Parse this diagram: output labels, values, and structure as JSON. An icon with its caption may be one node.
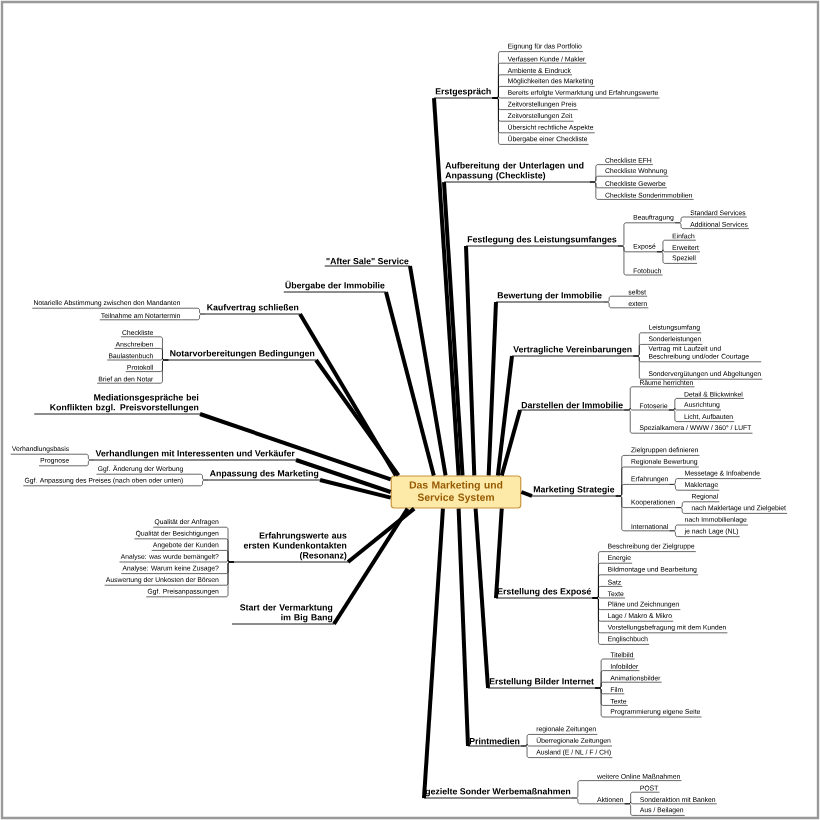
{
  "diagram": {
    "nodes": [
      {
        "text": [
          "Das Marketing und Service System"
        ]
      },
      {
        "text": [
          "Erstgespräch"
        ]
      },
      {
        "text": [
          "Eignung für das Portfolio"
        ]
      },
      {
        "text": [
          "Verfassen Kunde / Makler"
        ]
      },
      {
        "text": [
          "Ambiente & Eindruck"
        ]
      },
      {
        "text": [
          "Möglichkeiten des Marketing"
        ]
      },
      {
        "text": [
          "Bereits erfolgte Vermarktung und Erfahrungswerte"
        ]
      },
      {
        "text": [
          "Zeitvorstellungen Preis"
        ]
      },
      {
        "text": [
          "Zeitvorstellungen Zeit"
        ]
      },
      {
        "text": [
          "Übersicht rechtliche Aspekte"
        ]
      },
      {
        "text": [
          "Übergabe einer Checkliste"
        ]
      },
      {
        "text": [
          "Aufbereitung der Unterlagen und Anpassung (Checkliste)"
        ]
      },
      {
        "text": [
          "Checkliste EFH"
        ]
      },
      {
        "text": [
          "Checkliste Wohnung"
        ]
      },
      {
        "text": [
          "Checkliste Gewerbe"
        ]
      },
      {
        "text": [
          "Checkliste Sonderimmobilien"
        ]
      },
      {
        "text": [
          "Festlegung des Leistungsumfanges"
        ]
      },
      {
        "text": [
          "Beauftragung"
        ]
      },
      {
        "text": [
          "Standard Services"
        ]
      },
      {
        "text": [
          "Additional Services"
        ]
      },
      {
        "text": [
          "Exposé"
        ]
      },
      {
        "text": [
          "Einfach"
        ]
      },
      {
        "text": [
          "Erweitert"
        ]
      },
      {
        "text": [
          "Speziell"
        ]
      },
      {
        "text": [
          "Fotobuch"
        ]
      },
      {
        "text": [
          "Bewertung der Immobilie"
        ]
      },
      {
        "text": [
          "selbst"
        ]
      },
      {
        "text": [
          "extern"
        ]
      },
      {
        "text": [
          "Vertragliche Vereinbarungen"
        ]
      },
      {
        "text": [
          "Leistungsumfang"
        ]
      },
      {
        "text": [
          "Sonderleistungen"
        ]
      },
      {
        "text": [
          "Vertrag mit Laufzeit und Beschreibung und/oder Courtage"
        ]
      },
      {
        "text": [
          "Sondervergütungen und Abgeltungen"
        ]
      },
      {
        "text": [
          "Darstellen der Immobilie"
        ]
      },
      {
        "text": [
          "Räume herrichten"
        ]
      },
      {
        "text": [
          "Fotoserie"
        ]
      },
      {
        "text": [
          "Detail & Blickwinkel"
        ]
      },
      {
        "text": [
          "Ausrichtung"
        ]
      },
      {
        "text": [
          "Licht, Aufbauten"
        ]
      },
      {
        "text": [
          "Spezialkamera / WWW / 360° / LUFT"
        ]
      },
      {
        "text": [
          "Marketing Strategie"
        ]
      },
      {
        "text": [
          "Zielgruppen definieren"
        ]
      },
      {
        "text": [
          "Regionale Bewerbung"
        ]
      },
      {
        "text": [
          "Erfahrungen"
        ]
      },
      {
        "text": [
          "Messetage & Infoabende"
        ]
      },
      {
        "text": [
          "Maklertage"
        ]
      },
      {
        "text": [
          "Kooperationen"
        ]
      },
      {
        "text": [
          "Regional"
        ]
      },
      {
        "text": [
          "nach Maklertage und Zielgebiet"
        ]
      },
      {
        "text": [
          "International"
        ]
      },
      {
        "text": [
          "nach Immobilienlage"
        ]
      },
      {
        "text": [
          "je nach Lage (NL)"
        ]
      },
      {
        "text": [
          "Erstellung des Exposé"
        ]
      },
      {
        "text": [
          "Beschreibung der Zielgruppe"
        ]
      },
      {
        "text": [
          "Energie"
        ]
      },
      {
        "text": [
          "Bildmontage und Bearbeitung"
        ]
      },
      {
        "text": [
          "Satz"
        ]
      },
      {
        "text": [
          "Texte"
        ]
      },
      {
        "text": [
          "Pläne und Zeichnungen"
        ]
      },
      {
        "text": [
          "Lage / Makro & Mikro"
        ]
      },
      {
        "text": [
          "Vorstellungsbefragung mit dem Kunden"
        ]
      },
      {
        "text": [
          "Englischbuch"
        ]
      },
      {
        "text": [
          "Erstellung Bilder Internet"
        ]
      },
      {
        "text": [
          "Titelbild"
        ]
      },
      {
        "text": [
          "Infobilder"
        ]
      },
      {
        "text": [
          "Animationsbilder"
        ]
      },
      {
        "text": [
          "Film"
        ]
      },
      {
        "text": [
          "Texte"
        ]
      },
      {
        "text": [
          "Programmierung eigene Seite"
        ]
      },
      {
        "text": [
          "Printmedien"
        ]
      },
      {
        "text": [
          "regionale Zeitungen"
        ]
      },
      {
        "text": [
          "Überregionale Zeitungen"
        ]
      },
      {
        "text": [
          "Ausland (E / NL / F / CH)"
        ]
      },
      {
        "text": [
          "gezielte Sonder Werbemaßnahmen"
        ]
      },
      {
        "text": [
          "weitere Online Maßnahmen"
        ]
      },
      {
        "text": [
          "Aktionen"
        ]
      },
      {
        "text": [
          "POST"
        ]
      },
      {
        "text": [
          "Sonderaktion mit Banken"
        ]
      },
      {
        "text": [
          "Aus / Beilagen"
        ]
      },
      {
        "text": [
          "Start der Vermarktung im Big Bang"
        ]
      },
      {
        "text": [
          "Erfahrungswerte aus ersten Kundenkontakten (Resonanz)"
        ]
      },
      {
        "text": [
          "Qualität der Anfragen"
        ]
      },
      {
        "text": [
          "Qualität der Besichtigungen"
        ]
      },
      {
        "text": [
          "Angebote der Kunden"
        ]
      },
      {
        "text": [
          "Analyse: was wurde bemängelt?"
        ]
      },
      {
        "text": [
          "Analyse: Warum keine Zusage?"
        ]
      },
      {
        "text": [
          "Auswertung der Unkosten der Börsen"
        ]
      },
      {
        "text": [
          "Ggf. Preisanpassungen"
        ]
      },
      {
        "text": [
          "Anpassung des Marketing"
        ]
      },
      {
        "text": [
          "Ggf. Änderung der Werbung"
        ]
      },
      {
        "text": [
          "Ggf. Anpassung des Preises (nach oben oder unten)"
        ]
      },
      {
        "text": [
          "Verhandlungen mit Interessenten und Verkäufer"
        ]
      },
      {
        "text": [
          "Verhandlungsbasis"
        ]
      },
      {
        "text": [
          "Prognose"
        ]
      },
      {
        "text": [
          "Mediationsgespräche bei Konflikten bzgl. Preisvorstellungen"
        ]
      },
      {
        "text": [
          "Notarvorbereitungen Bedingungen"
        ]
      },
      {
        "text": [
          "Checkliste"
        ]
      },
      {
        "text": [
          "Anschreiben"
        ]
      },
      {
        "text": [
          "Baulastenbuch"
        ]
      },
      {
        "text": [
          "Protokoll"
        ]
      },
      {
        "text": [
          "Brief an den Notar"
        ]
      },
      {
        "text": [
          "Kaufvertrag schließen"
        ]
      },
      {
        "text": [
          "Notarielle Abstimmung zwischen den Mandanten"
        ]
      },
      {
        "text": [
          "Teilnahme am Notartermin"
        ]
      },
      {
        "text": [
          "Übergabe der Immobilie"
        ]
      },
      {
        "text": [
          "\"After Sale\" Service"
        ]
      }
    ],
    "edges": [
      {
        "from": 0,
        "to": 1,
        "arrow": "none",
        "style": "thick"
      },
      {
        "from": 0,
        "to": 11,
        "arrow": "none",
        "style": "thick"
      },
      {
        "from": 0,
        "to": 16,
        "arrow": "none",
        "style": "thick"
      },
      {
        "from": 0,
        "to": 25,
        "arrow": "none",
        "style": "thick"
      },
      {
        "from": 0,
        "to": 28,
        "arrow": "none",
        "style": "thick"
      },
      {
        "from": 0,
        "to": 33,
        "arrow": "none",
        "style": "thick"
      },
      {
        "from": 0,
        "to": 40,
        "arrow": "none",
        "style": "thick"
      },
      {
        "from": 0,
        "to": 52,
        "arrow": "none",
        "style": "thick"
      },
      {
        "from": 0,
        "to": 62,
        "arrow": "none",
        "style": "thick"
      },
      {
        "from": 0,
        "to": 69,
        "arrow": "none",
        "style": "thick"
      },
      {
        "from": 0,
        "to": 73,
        "arrow": "none",
        "style": "thick"
      },
      {
        "from": 0,
        "to": 79,
        "arrow": "none",
        "style": "thick"
      },
      {
        "from": 0,
        "to": 80,
        "arrow": "none",
        "style": "thick"
      },
      {
        "from": 0,
        "to": 88,
        "arrow": "none",
        "style": "thick"
      },
      {
        "from": 0,
        "to": 91,
        "arrow": "none",
        "style": "thick"
      },
      {
        "from": 0,
        "to": 94,
        "arrow": "none",
        "style": "thick"
      },
      {
        "from": 0,
        "to": 95,
        "arrow": "none",
        "style": "thick"
      },
      {
        "from": 0,
        "to": 101,
        "arrow": "none",
        "style": "thick"
      },
      {
        "from": 0,
        "to": 104,
        "arrow": "none",
        "style": "thick"
      },
      {
        "from": 0,
        "to": 105,
        "arrow": "none",
        "style": "thick"
      },
      {
        "from": 1,
        "to": 2,
        "arrow": "none"
      },
      {
        "from": 1,
        "to": 3,
        "arrow": "none"
      },
      {
        "from": 1,
        "to": 4,
        "arrow": "none"
      },
      {
        "from": 1,
        "to": 5,
        "arrow": "none"
      },
      {
        "from": 1,
        "to": 6,
        "arrow": "none"
      },
      {
        "from": 1,
        "to": 7,
        "arrow": "none"
      },
      {
        "from": 1,
        "to": 8,
        "arrow": "none"
      },
      {
        "from": 1,
        "to": 9,
        "arrow": "none"
      },
      {
        "from": 1,
        "to": 10,
        "arrow": "none"
      },
      {
        "from": 11,
        "to": 12,
        "arrow": "none"
      },
      {
        "from": 11,
        "to": 13,
        "arrow": "none"
      },
      {
        "from": 11,
        "to": 14,
        "arrow": "none"
      },
      {
        "from": 11,
        "to": 15,
        "arrow": "none"
      },
      {
        "from": 16,
        "to": 17,
        "arrow": "none"
      },
      {
        "from": 17,
        "to": 18,
        "arrow": "none"
      },
      {
        "from": 17,
        "to": 19,
        "arrow": "none"
      },
      {
        "from": 16,
        "to": 20,
        "arrow": "none"
      },
      {
        "from": 20,
        "to": 21,
        "arrow": "none"
      },
      {
        "from": 20,
        "to": 22,
        "arrow": "none"
      },
      {
        "from": 20,
        "to": 23,
        "arrow": "none"
      },
      {
        "from": 16,
        "to": 24,
        "arrow": "none"
      },
      {
        "from": 25,
        "to": 26,
        "arrow": "none"
      },
      {
        "from": 25,
        "to": 27,
        "arrow": "none"
      },
      {
        "from": 28,
        "to": 29,
        "arrow": "none"
      },
      {
        "from": 28,
        "to": 30,
        "arrow": "none"
      },
      {
        "from": 28,
        "to": 31,
        "arrow": "none"
      },
      {
        "from": 28,
        "to": 32,
        "arrow": "none"
      },
      {
        "from": 33,
        "to": 34,
        "arrow": "none"
      },
      {
        "from": 33,
        "to": 35,
        "arrow": "none"
      },
      {
        "from": 35,
        "to": 36,
        "arrow": "none"
      },
      {
        "from": 35,
        "to": 37,
        "arrow": "none"
      },
      {
        "from": 35,
        "to": 38,
        "arrow": "none"
      },
      {
        "from": 33,
        "to": 39,
        "arrow": "none"
      },
      {
        "from": 40,
        "to": 41,
        "arrow": "none"
      },
      {
        "from": 40,
        "to": 42,
        "arrow": "none"
      },
      {
        "from": 40,
        "to": 43,
        "arrow": "none"
      },
      {
        "from": 43,
        "to": 44,
        "arrow": "none"
      },
      {
        "from": 43,
        "to": 45,
        "arrow": "none"
      },
      {
        "from": 40,
        "to": 46,
        "arrow": "none"
      },
      {
        "from": 46,
        "to": 47,
        "arrow": "none"
      },
      {
        "from": 46,
        "to": 48,
        "arrow": "none"
      },
      {
        "from": 40,
        "to": 49,
        "arrow": "none"
      },
      {
        "from": 49,
        "to": 50,
        "arrow": "none"
      },
      {
        "from": 49,
        "to": 51,
        "arrow": "none"
      },
      {
        "from": 52,
        "to": 53,
        "arrow": "none"
      },
      {
        "from": 52,
        "to": 54,
        "arrow": "none"
      },
      {
        "from": 52,
        "to": 55,
        "arrow": "none"
      },
      {
        "from": 52,
        "to": 56,
        "arrow": "none"
      },
      {
        "from": 52,
        "to": 57,
        "arrow": "none"
      },
      {
        "from": 52,
        "to": 58,
        "arrow": "none"
      },
      {
        "from": 52,
        "to": 59,
        "arrow": "none"
      },
      {
        "from": 52,
        "to": 60,
        "arrow": "none"
      },
      {
        "from": 52,
        "to": 61,
        "arrow": "none"
      },
      {
        "from": 62,
        "to": 63,
        "arrow": "none"
      },
      {
        "from": 62,
        "to": 64,
        "arrow": "none"
      },
      {
        "from": 62,
        "to": 65,
        "arrow": "none"
      },
      {
        "from": 62,
        "to": 66,
        "arrow": "none"
      },
      {
        "from": 62,
        "to": 67,
        "arrow": "none"
      },
      {
        "from": 62,
        "to": 68,
        "arrow": "none"
      },
      {
        "from": 69,
        "to": 70,
        "arrow": "none"
      },
      {
        "from": 69,
        "to": 71,
        "arrow": "none"
      },
      {
        "from": 69,
        "to": 72,
        "arrow": "none"
      },
      {
        "from": 73,
        "to": 74,
        "arrow": "none"
      },
      {
        "from": 73,
        "to": 75,
        "arrow": "none"
      },
      {
        "from": 75,
        "to": 76,
        "arrow": "none"
      },
      {
        "from": 75,
        "to": 77,
        "arrow": "none"
      },
      {
        "from": 75,
        "to": 78,
        "arrow": "none"
      },
      {
        "from": 80,
        "to": 81,
        "arrow": "none"
      },
      {
        "from": 80,
        "to": 82,
        "arrow": "none"
      },
      {
        "from": 80,
        "to": 83,
        "arrow": "none"
      },
      {
        "from": 80,
        "to": 84,
        "arrow": "none"
      },
      {
        "from": 80,
        "to": 85,
        "arrow": "none"
      },
      {
        "from": 80,
        "to": 86,
        "arrow": "none"
      },
      {
        "from": 80,
        "to": 87,
        "arrow": "none"
      },
      {
        "from": 88,
        "to": 89,
        "arrow": "none"
      },
      {
        "from": 88,
        "to": 90,
        "arrow": "none"
      },
      {
        "from": 91,
        "to": 92,
        "arrow": "none"
      },
      {
        "from": 91,
        "to": 93,
        "arrow": "none"
      },
      {
        "from": 95,
        "to": 96,
        "arrow": "none"
      },
      {
        "from": 95,
        "to": 97,
        "arrow": "none"
      },
      {
        "from": 95,
        "to": 98,
        "arrow": "none"
      },
      {
        "from": 95,
        "to": 99,
        "arrow": "none"
      },
      {
        "from": 95,
        "to": 100,
        "arrow": "none"
      },
      {
        "from": 101,
        "to": 102,
        "arrow": "none"
      },
      {
        "from": 101,
        "to": 103,
        "arrow": "none"
      }
    ]
  }
}
